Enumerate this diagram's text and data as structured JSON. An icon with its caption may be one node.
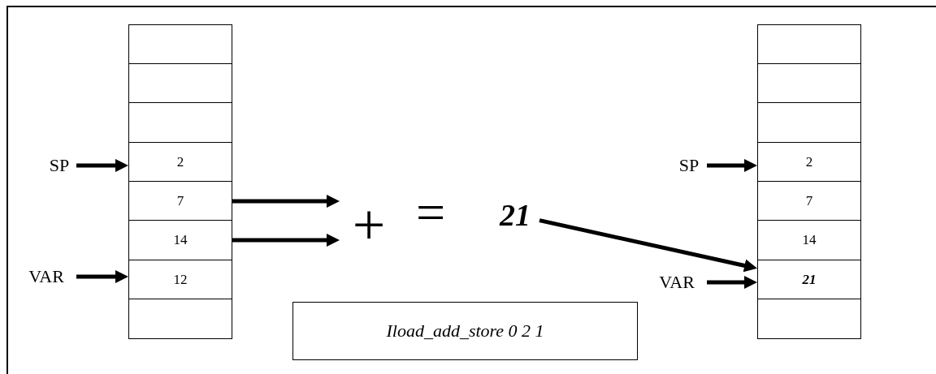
{
  "diagram": {
    "nodes": [
      {
        "text": [
          "SP"
        ]
      },
      {
        "text": [
          "VAR"
        ]
      },
      {
        "text": [],
        "shape": "box"
      },
      {
        "text": [],
        "shape": "box"
      },
      {
        "text": [],
        "shape": "box"
      },
      {
        "text": [
          "2"
        ]
      },
      {
        "text": [
          "7"
        ]
      },
      {
        "text": [
          "14"
        ]
      },
      {
        "text": [
          "12"
        ]
      },
      {
        "text": [],
        "shape": "box"
      },
      {
        "text": [
          "+"
        ]
      },
      {
        "text": [
          "21"
        ]
      },
      {
        "text": [
          "SP"
        ]
      },
      {
        "text": [
          "VAR"
        ]
      },
      {
        "text": [],
        "shape": "box"
      },
      {
        "text": [],
        "shape": "box"
      },
      {
        "text": [],
        "shape": "box"
      },
      {
        "text": [
          "2"
        ]
      },
      {
        "text": [
          "7"
        ]
      },
      {
        "text": [
          "14"
        ]
      },
      {
        "text": [
          "21"
        ]
      },
      {
        "text": [],
        "shape": "box"
      },
      {
        "text": [
          "Iload_add_store 0 2 1"
        ]
      }
    ],
    "edges": [
      {
        "from": 0,
        "to": 5,
        "arrow": "to"
      },
      {
        "from": 1,
        "to": 8,
        "arrow": "to"
      },
      {
        "from": 6,
        "to": 10,
        "arrow": "to"
      },
      {
        "from": 7,
        "to": 10,
        "arrow": "to"
      },
      {
        "from": 11,
        "to": 20,
        "arrow": "to"
      },
      {
        "from": 12,
        "to": 17,
        "arrow": "to"
      },
      {
        "from": 13,
        "to": 20,
        "arrow": "to"
      }
    ],
    "labels": [
      "="
    ]
  }
}
